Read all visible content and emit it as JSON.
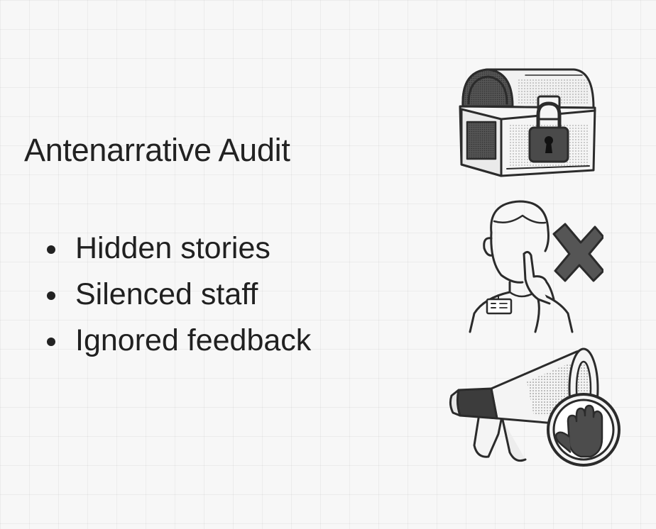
{
  "slide": {
    "title": "Antenarrative Audit",
    "bullets": [
      "Hidden stories",
      "Silenced staff",
      "Ignored feedback"
    ]
  },
  "icons": {
    "illustration_1": "locked-treasure-chest-icon",
    "illustration_2": "silenced-person-icon",
    "illustration_3": "blocked-megaphone-icon"
  },
  "colors": {
    "background": "#f7f7f7",
    "text": "#202020",
    "ink": "#2b2b2b"
  }
}
